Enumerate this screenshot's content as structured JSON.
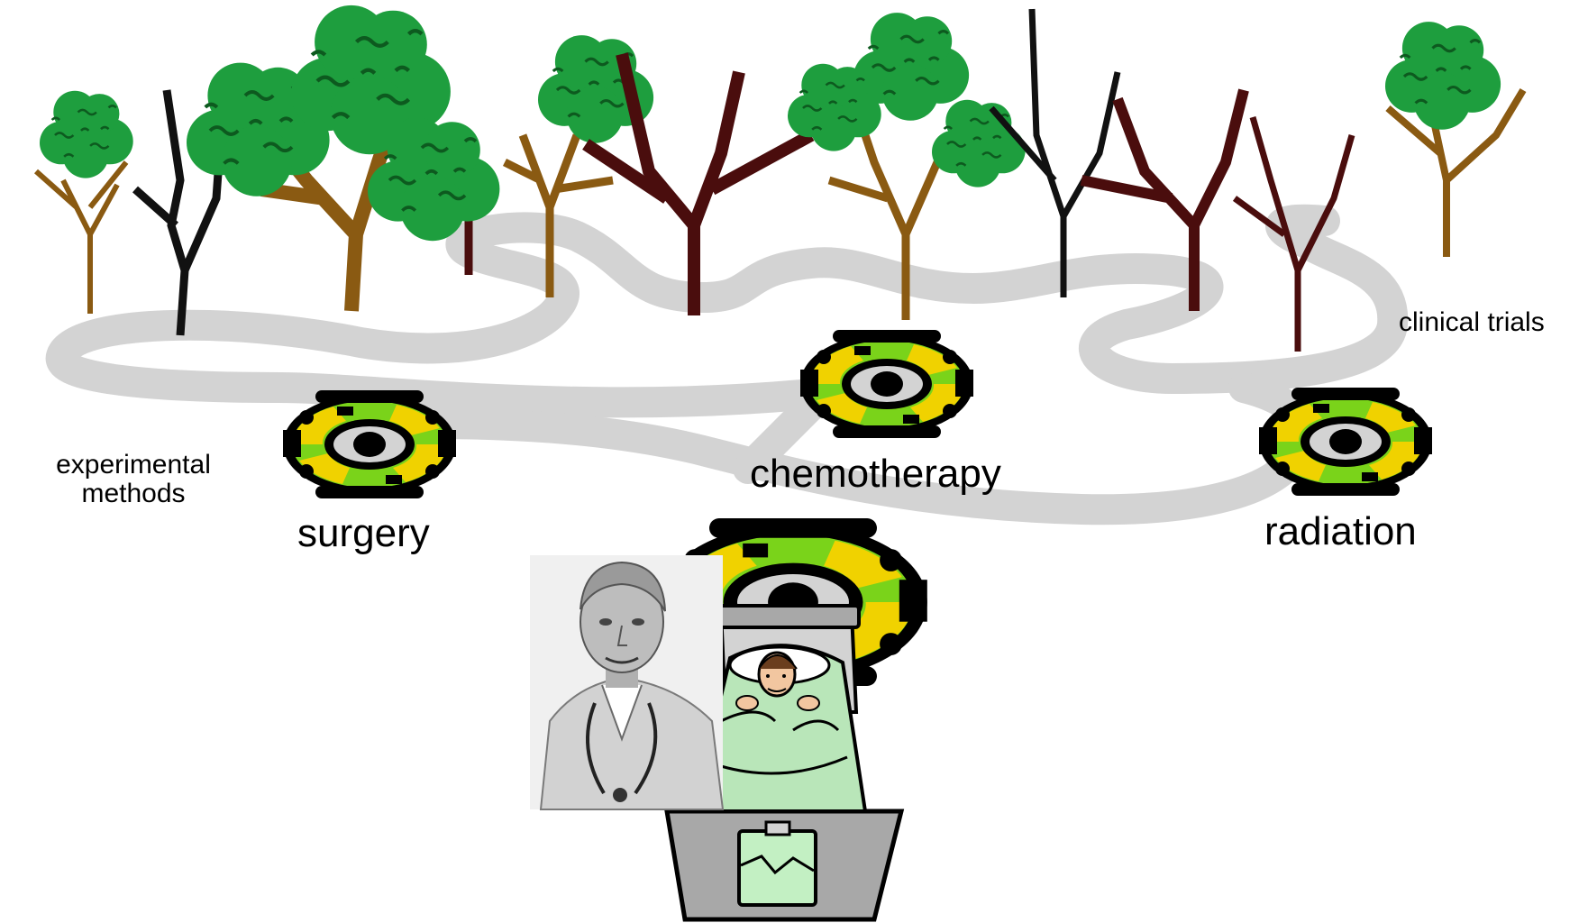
{
  "labels": {
    "clinical_trials": "clinical trials",
    "experimental_methods": [
      "experimental",
      "methods"
    ],
    "surgery": "surgery",
    "chemotherapy": "chemotherapy",
    "radiation": "radiation"
  },
  "colors": {
    "road": "#d3d3d3",
    "leaf": "#1e9e3e",
    "leaf_dark": "#0d5a1f",
    "trunk_brown": "#8a5a12",
    "trunk_dark": "#4a0d0d",
    "trunk_black": "#111111",
    "roundabout_green": "#7ad31a",
    "roundabout_yellow": "#f0d200",
    "bed_gray": "#a8a8a8",
    "blanket": "#b9e6b9"
  },
  "icons": [
    "tree-icon",
    "roundabout-icon",
    "doctor-photo",
    "hospital-bed-icon",
    "patient-icon"
  ]
}
